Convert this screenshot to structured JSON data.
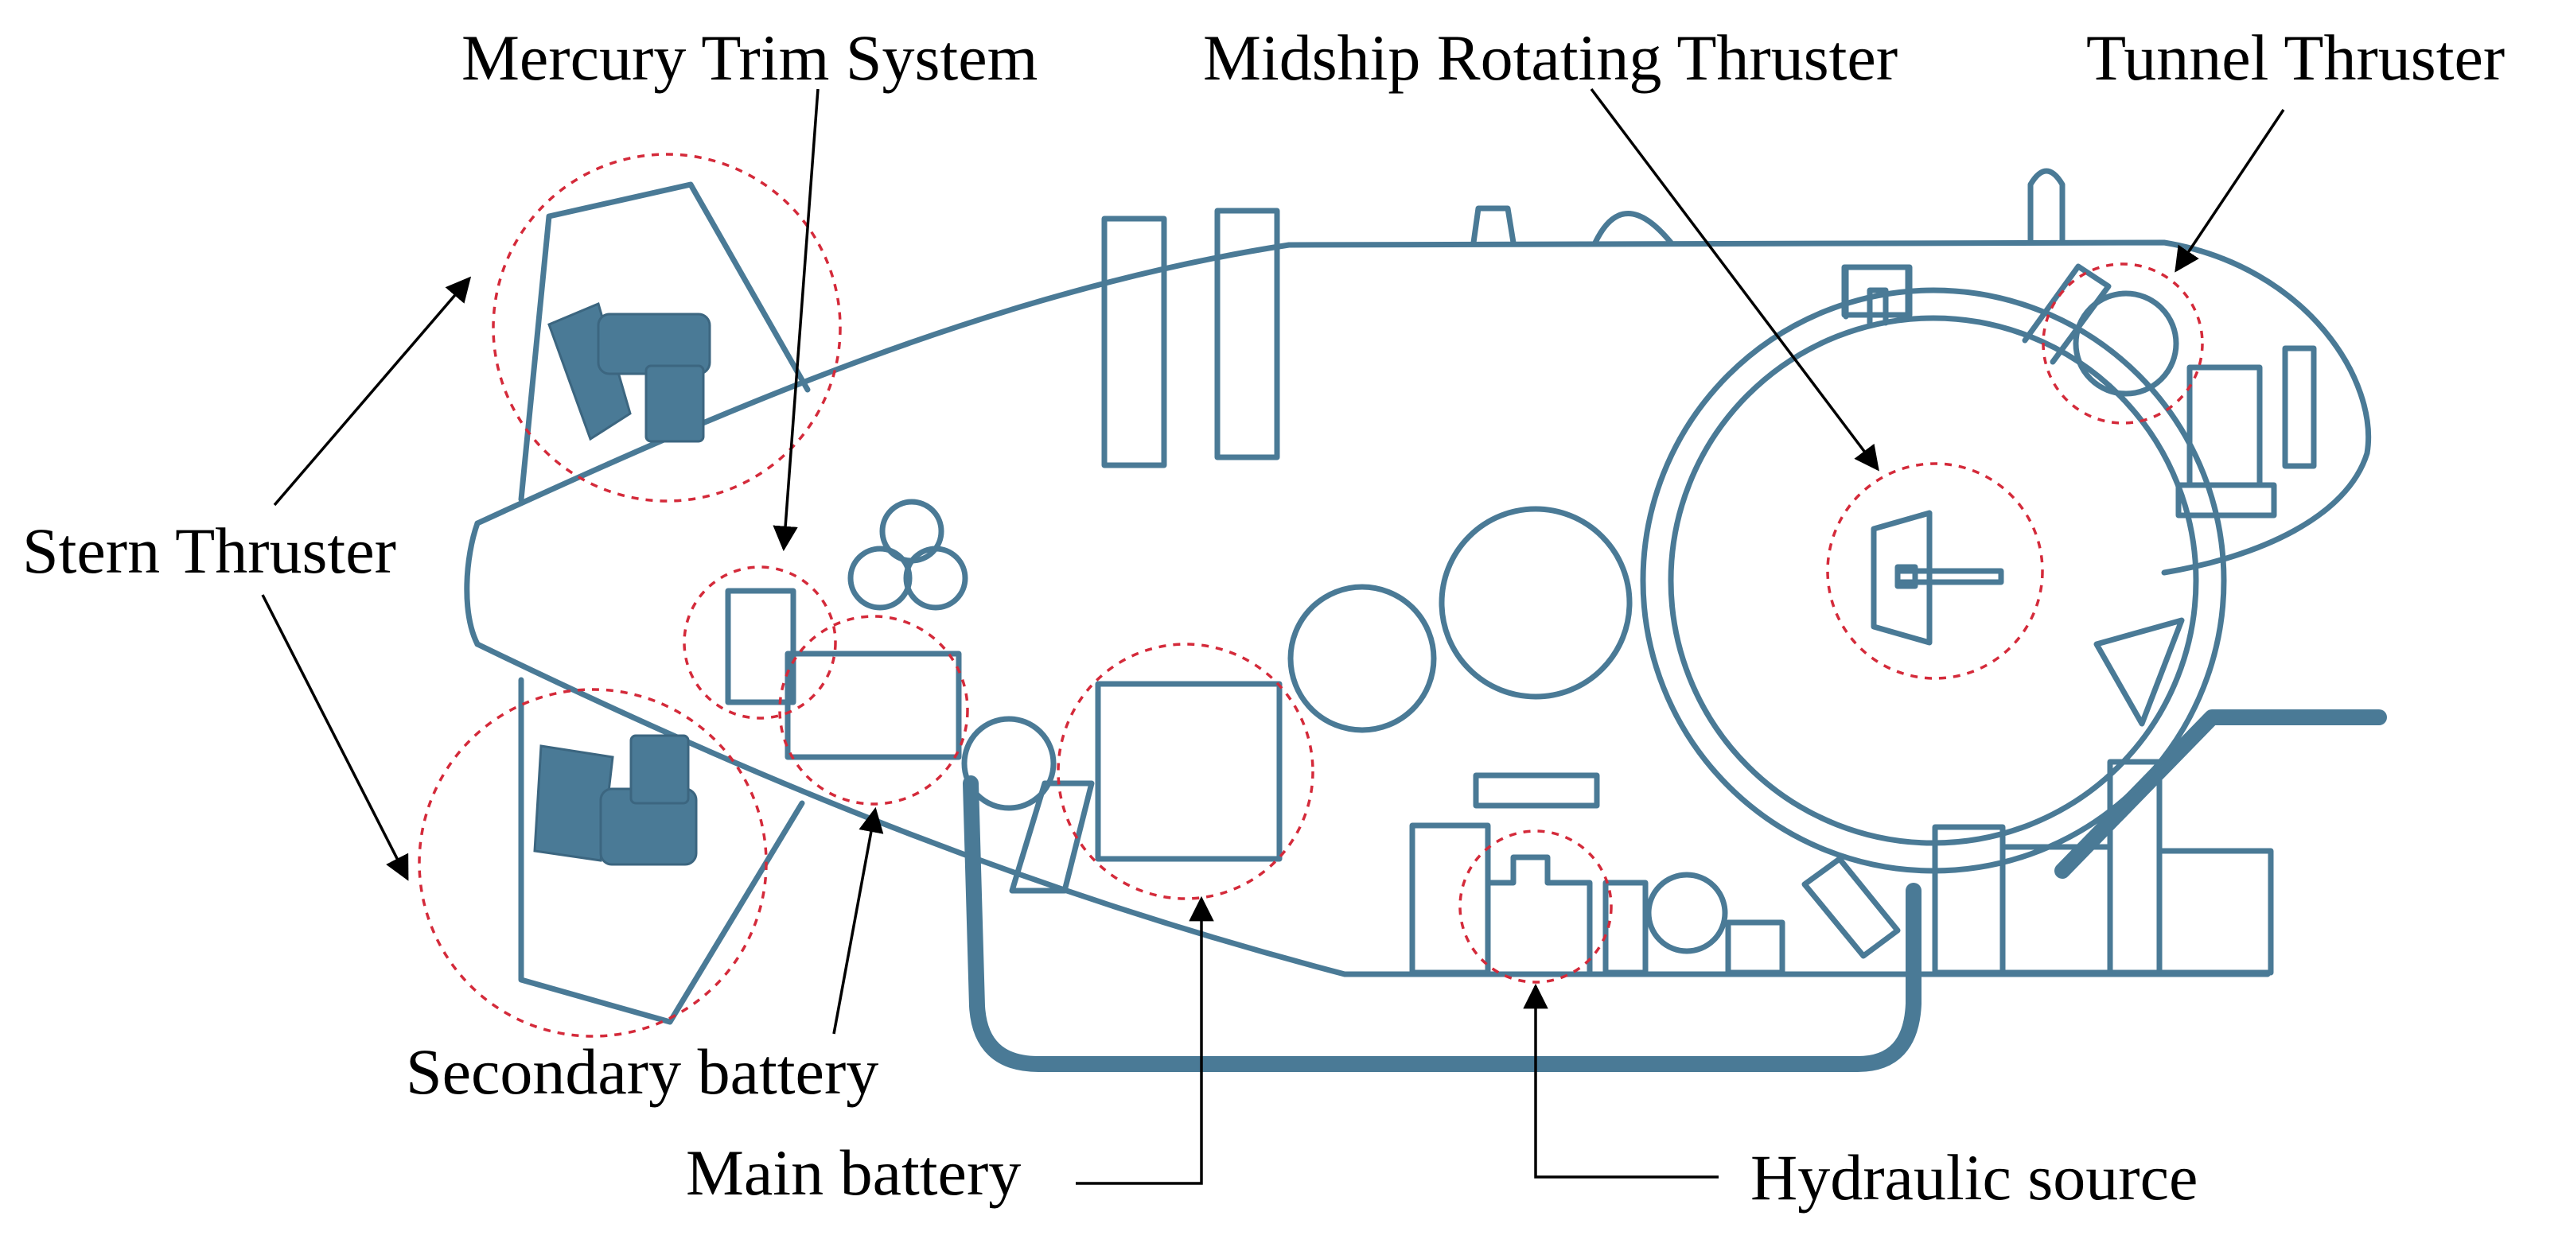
{
  "colors": {
    "structure": "#4a7a96",
    "highlight_ring": "#d42a3a",
    "text": "#000000",
    "background": "#ffffff"
  },
  "labels": {
    "mercury_trim_system": "Mercury Trim System",
    "midship_rotating_thruster": "Midship Rotating Thruster",
    "tunnel_thruster": "Tunnel Thruster",
    "stern_thruster": "Stern Thruster",
    "secondary_battery": "Secondary battery",
    "main_battery": "Main battery",
    "hydraulic_source": "Hydraulic source"
  }
}
